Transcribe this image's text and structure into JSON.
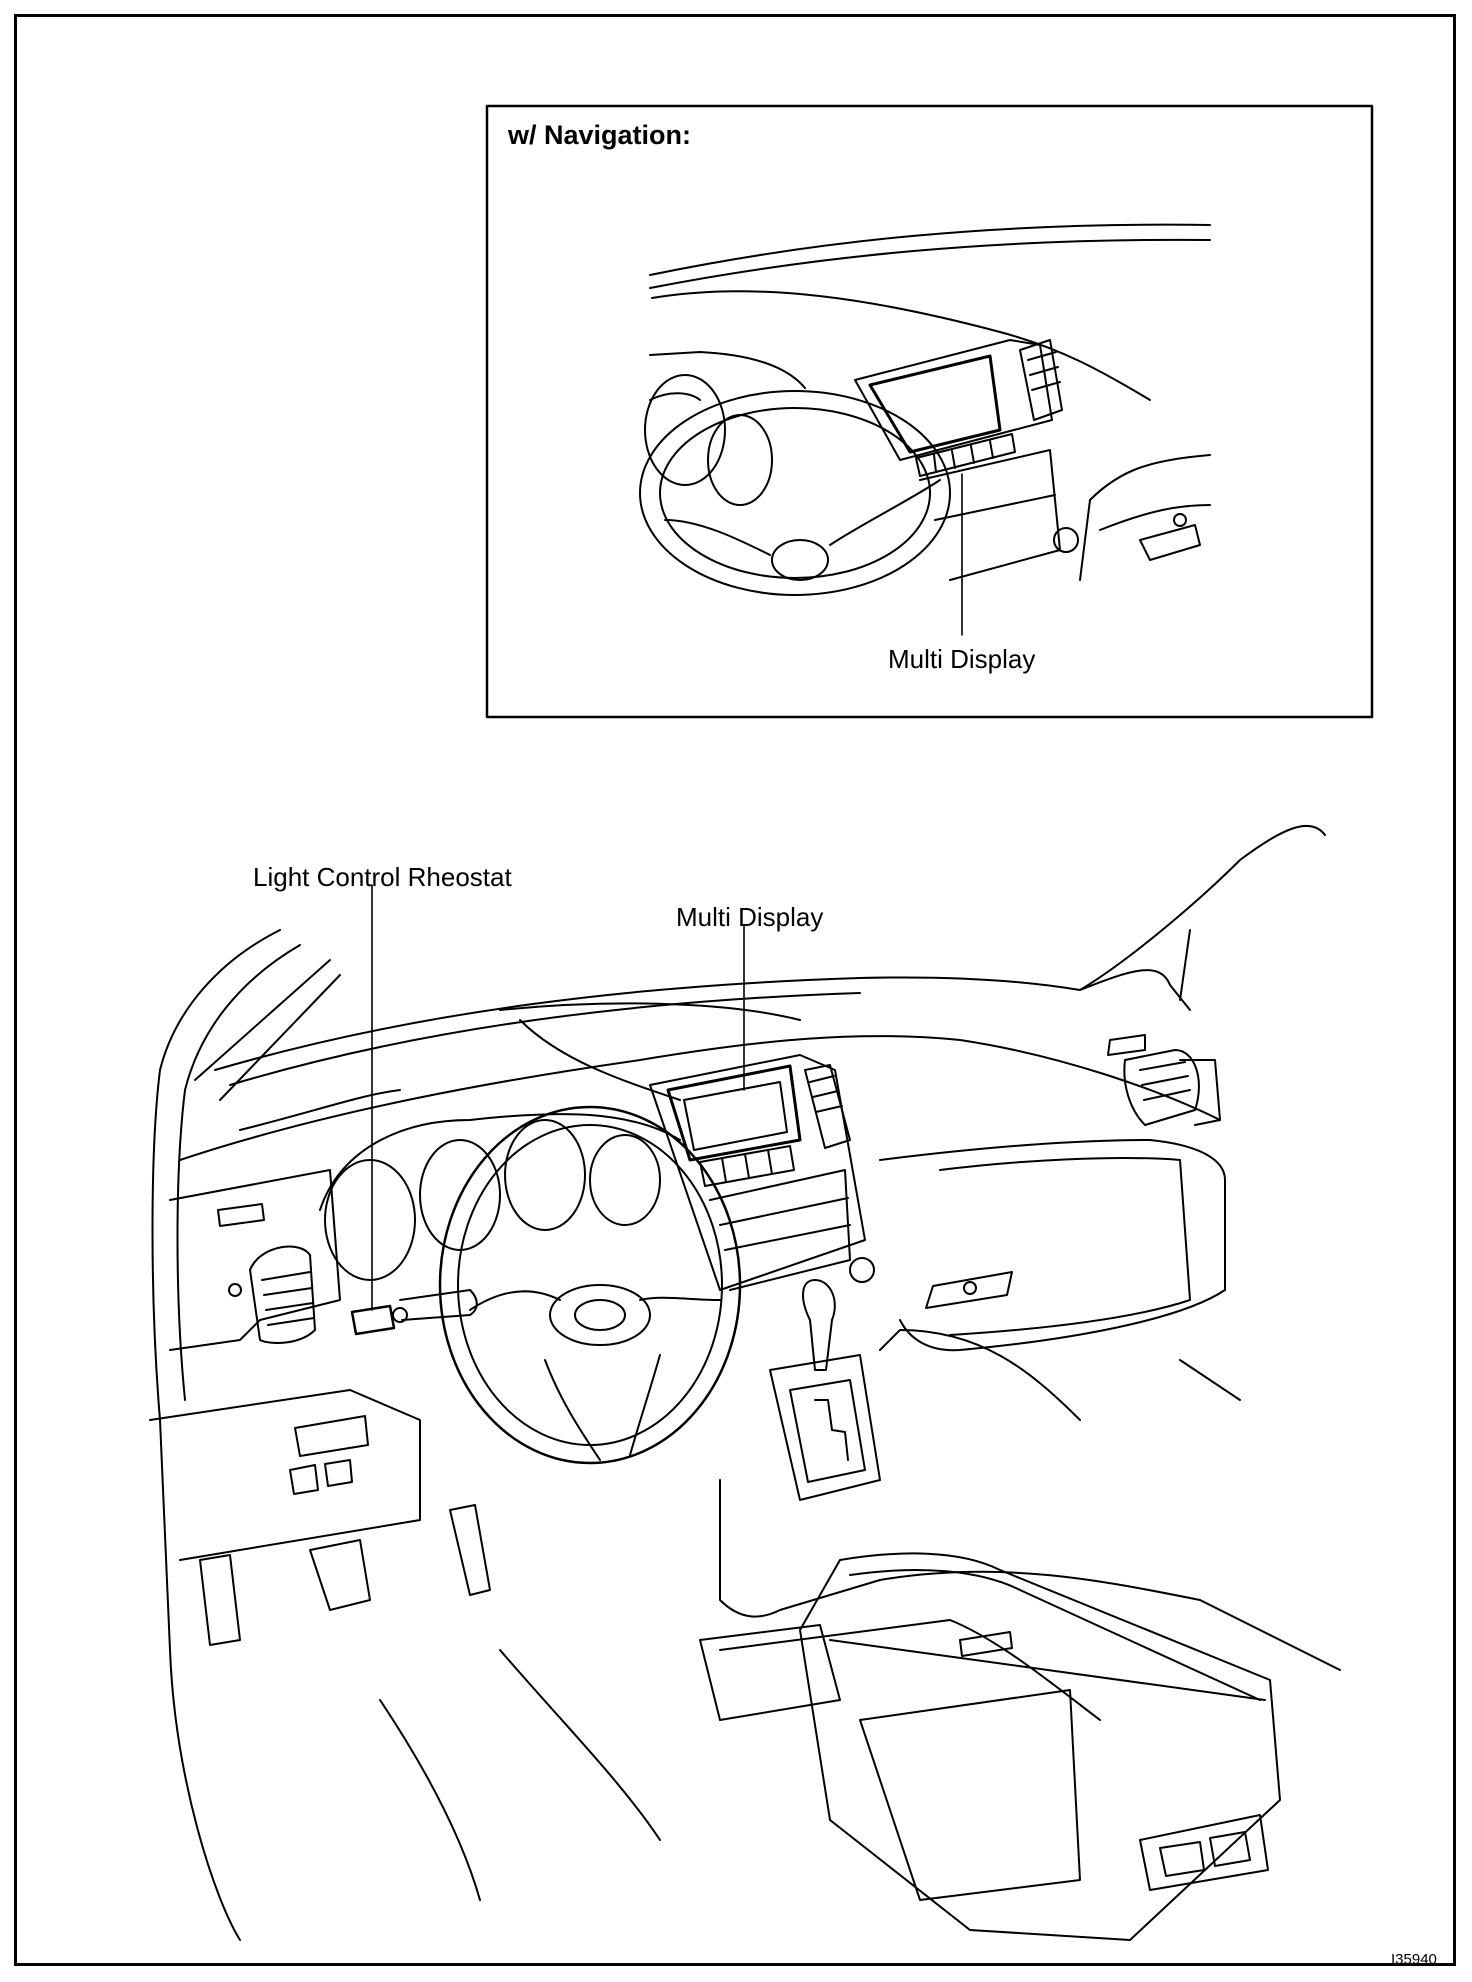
{
  "inset": {
    "title": "w/ Navigation:",
    "callout": "Multi Display"
  },
  "main": {
    "callout_rheostat": "Light Control Rheostat",
    "callout_display": "Multi Display"
  },
  "figure_code": "I35940"
}
